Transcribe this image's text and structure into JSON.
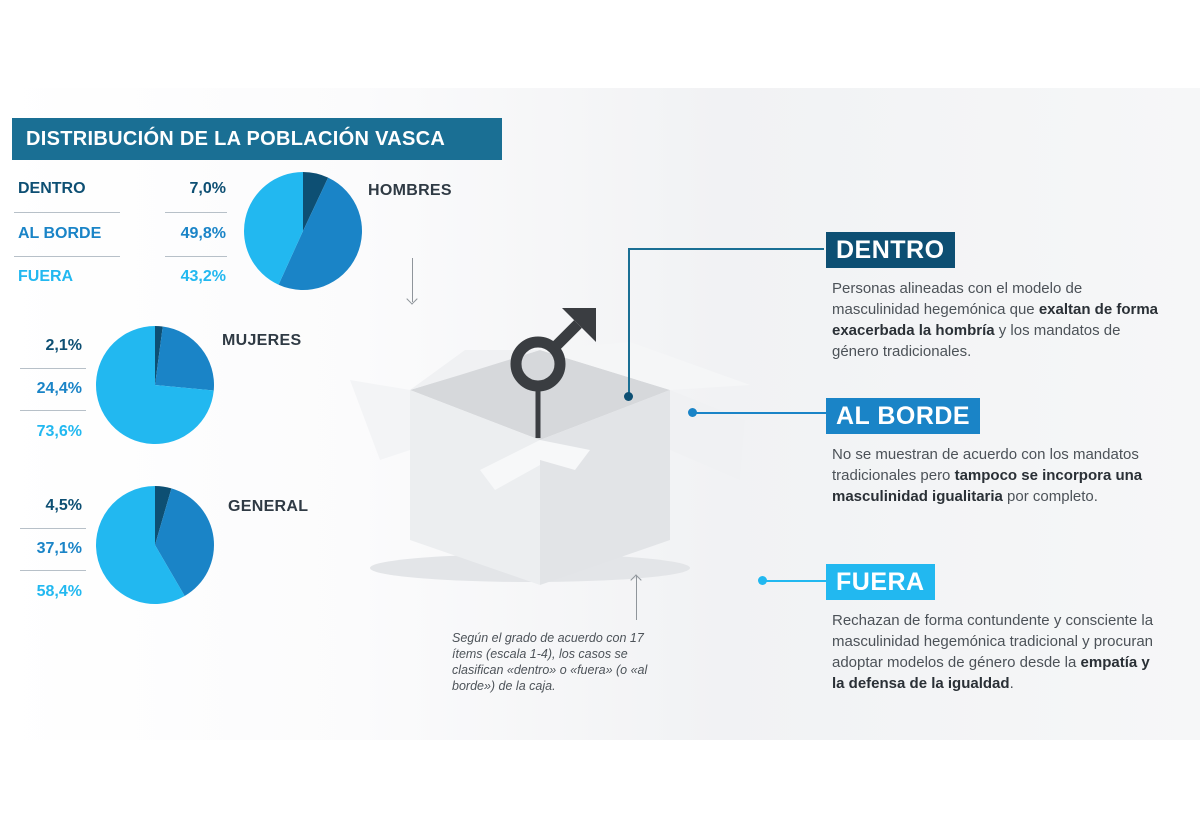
{
  "title": "DISTRIBUCIÓN DE LA POBLACIÓN VASCA",
  "colors": {
    "dentro": "#0d4f73",
    "al_borde": "#1a84c7",
    "fuera": "#22b8f0",
    "title_bg": "#1a6f94"
  },
  "legend": {
    "dentro": "DENTRO",
    "al_borde": "AL BORDE",
    "fuera": "FUERA"
  },
  "chart_data": [
    {
      "type": "pie",
      "title": "HOMBRES",
      "labels": [
        "DENTRO",
        "AL BORDE",
        "FUERA"
      ],
      "values": [
        7.0,
        49.8,
        43.2
      ],
      "value_labels": [
        "7,0%",
        "49,8%",
        "43,2%"
      ]
    },
    {
      "type": "pie",
      "title": "MUJERES",
      "labels": [
        "DENTRO",
        "AL BORDE",
        "FUERA"
      ],
      "values": [
        2.1,
        24.4,
        73.6
      ],
      "value_labels": [
        "2,1%",
        "24,4%",
        "73,6%"
      ]
    },
    {
      "type": "pie",
      "title": "GENERAL",
      "labels": [
        "DENTRO",
        "AL BORDE",
        "FUERA"
      ],
      "values": [
        4.5,
        37.1,
        58.4
      ],
      "value_labels": [
        "4,5%",
        "37,1%",
        "58,4%"
      ]
    }
  ],
  "note": "Según el grado de acuerdo con 17 ítems (escala 1-4), los casos se clasifican «dentro» o «fuera» (o «al borde») de la caja.",
  "icon": "male-symbol-icon",
  "categories": [
    {
      "title": "DENTRO",
      "desc_parts": [
        {
          "text": "Personas alineadas con el modelo de masculinidad hegemónica que ",
          "bold": false
        },
        {
          "text": "exaltan de forma exacerbada la hombría",
          "bold": true
        },
        {
          "text": " y los mandatos de género tradicionales.",
          "bold": false
        }
      ]
    },
    {
      "title": "AL BORDE",
      "desc_parts": [
        {
          "text": "No se muestran de acuerdo con los mandatos tradicionales pero ",
          "bold": false
        },
        {
          "text": "tampoco se incorpora una masculinidad igualitaria",
          "bold": true
        },
        {
          "text": " por completo.",
          "bold": false
        }
      ]
    },
    {
      "title": "FUERA",
      "desc_parts": [
        {
          "text": "Rechazan de forma contundente y consciente la masculinidad hegemónica tradicional y procuran adoptar modelos de género desde la ",
          "bold": false
        },
        {
          "text": "empatía y la defensa de la igualdad",
          "bold": true
        },
        {
          "text": ".",
          "bold": false
        }
      ]
    }
  ]
}
